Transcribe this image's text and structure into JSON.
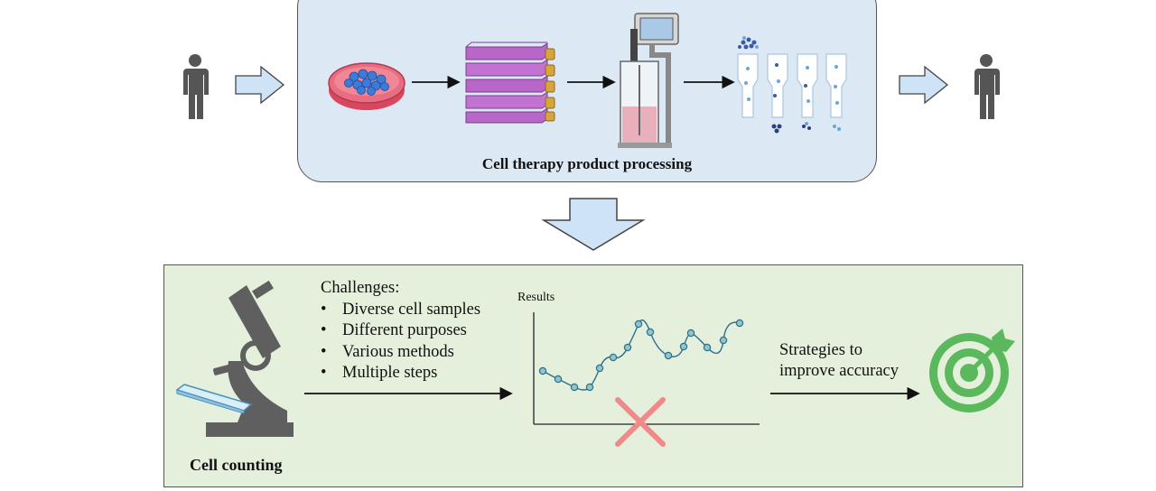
{
  "process": {
    "title": "Cell therapy product processing"
  },
  "counting": {
    "label": "Cell counting",
    "challenges_title": "Challenges:",
    "challenges": [
      "Diverse cell samples",
      "Different purposes",
      "Various methods",
      "Multiple steps"
    ],
    "results_label": "Results",
    "strategies_line1": "Strategies to",
    "strategies_line2": "improve accuracy"
  },
  "colors": {
    "process_bg": "#dce9f5",
    "counting_bg": "#e4efdc",
    "arrow_fill": "#cfe3f7",
    "person": "#555555",
    "microscope": "#5f5f5f",
    "target_green": "#5cb85c",
    "cross": "#f08a8a",
    "line_teal": "#5f9ea0"
  },
  "icons": [
    "person-icon",
    "petri-dish-icon",
    "culture-flasks-icon",
    "bioreactor-icon",
    "separation-columns-icon",
    "microscope-icon",
    "slide-icon",
    "target-icon",
    "cross-icon"
  ]
}
